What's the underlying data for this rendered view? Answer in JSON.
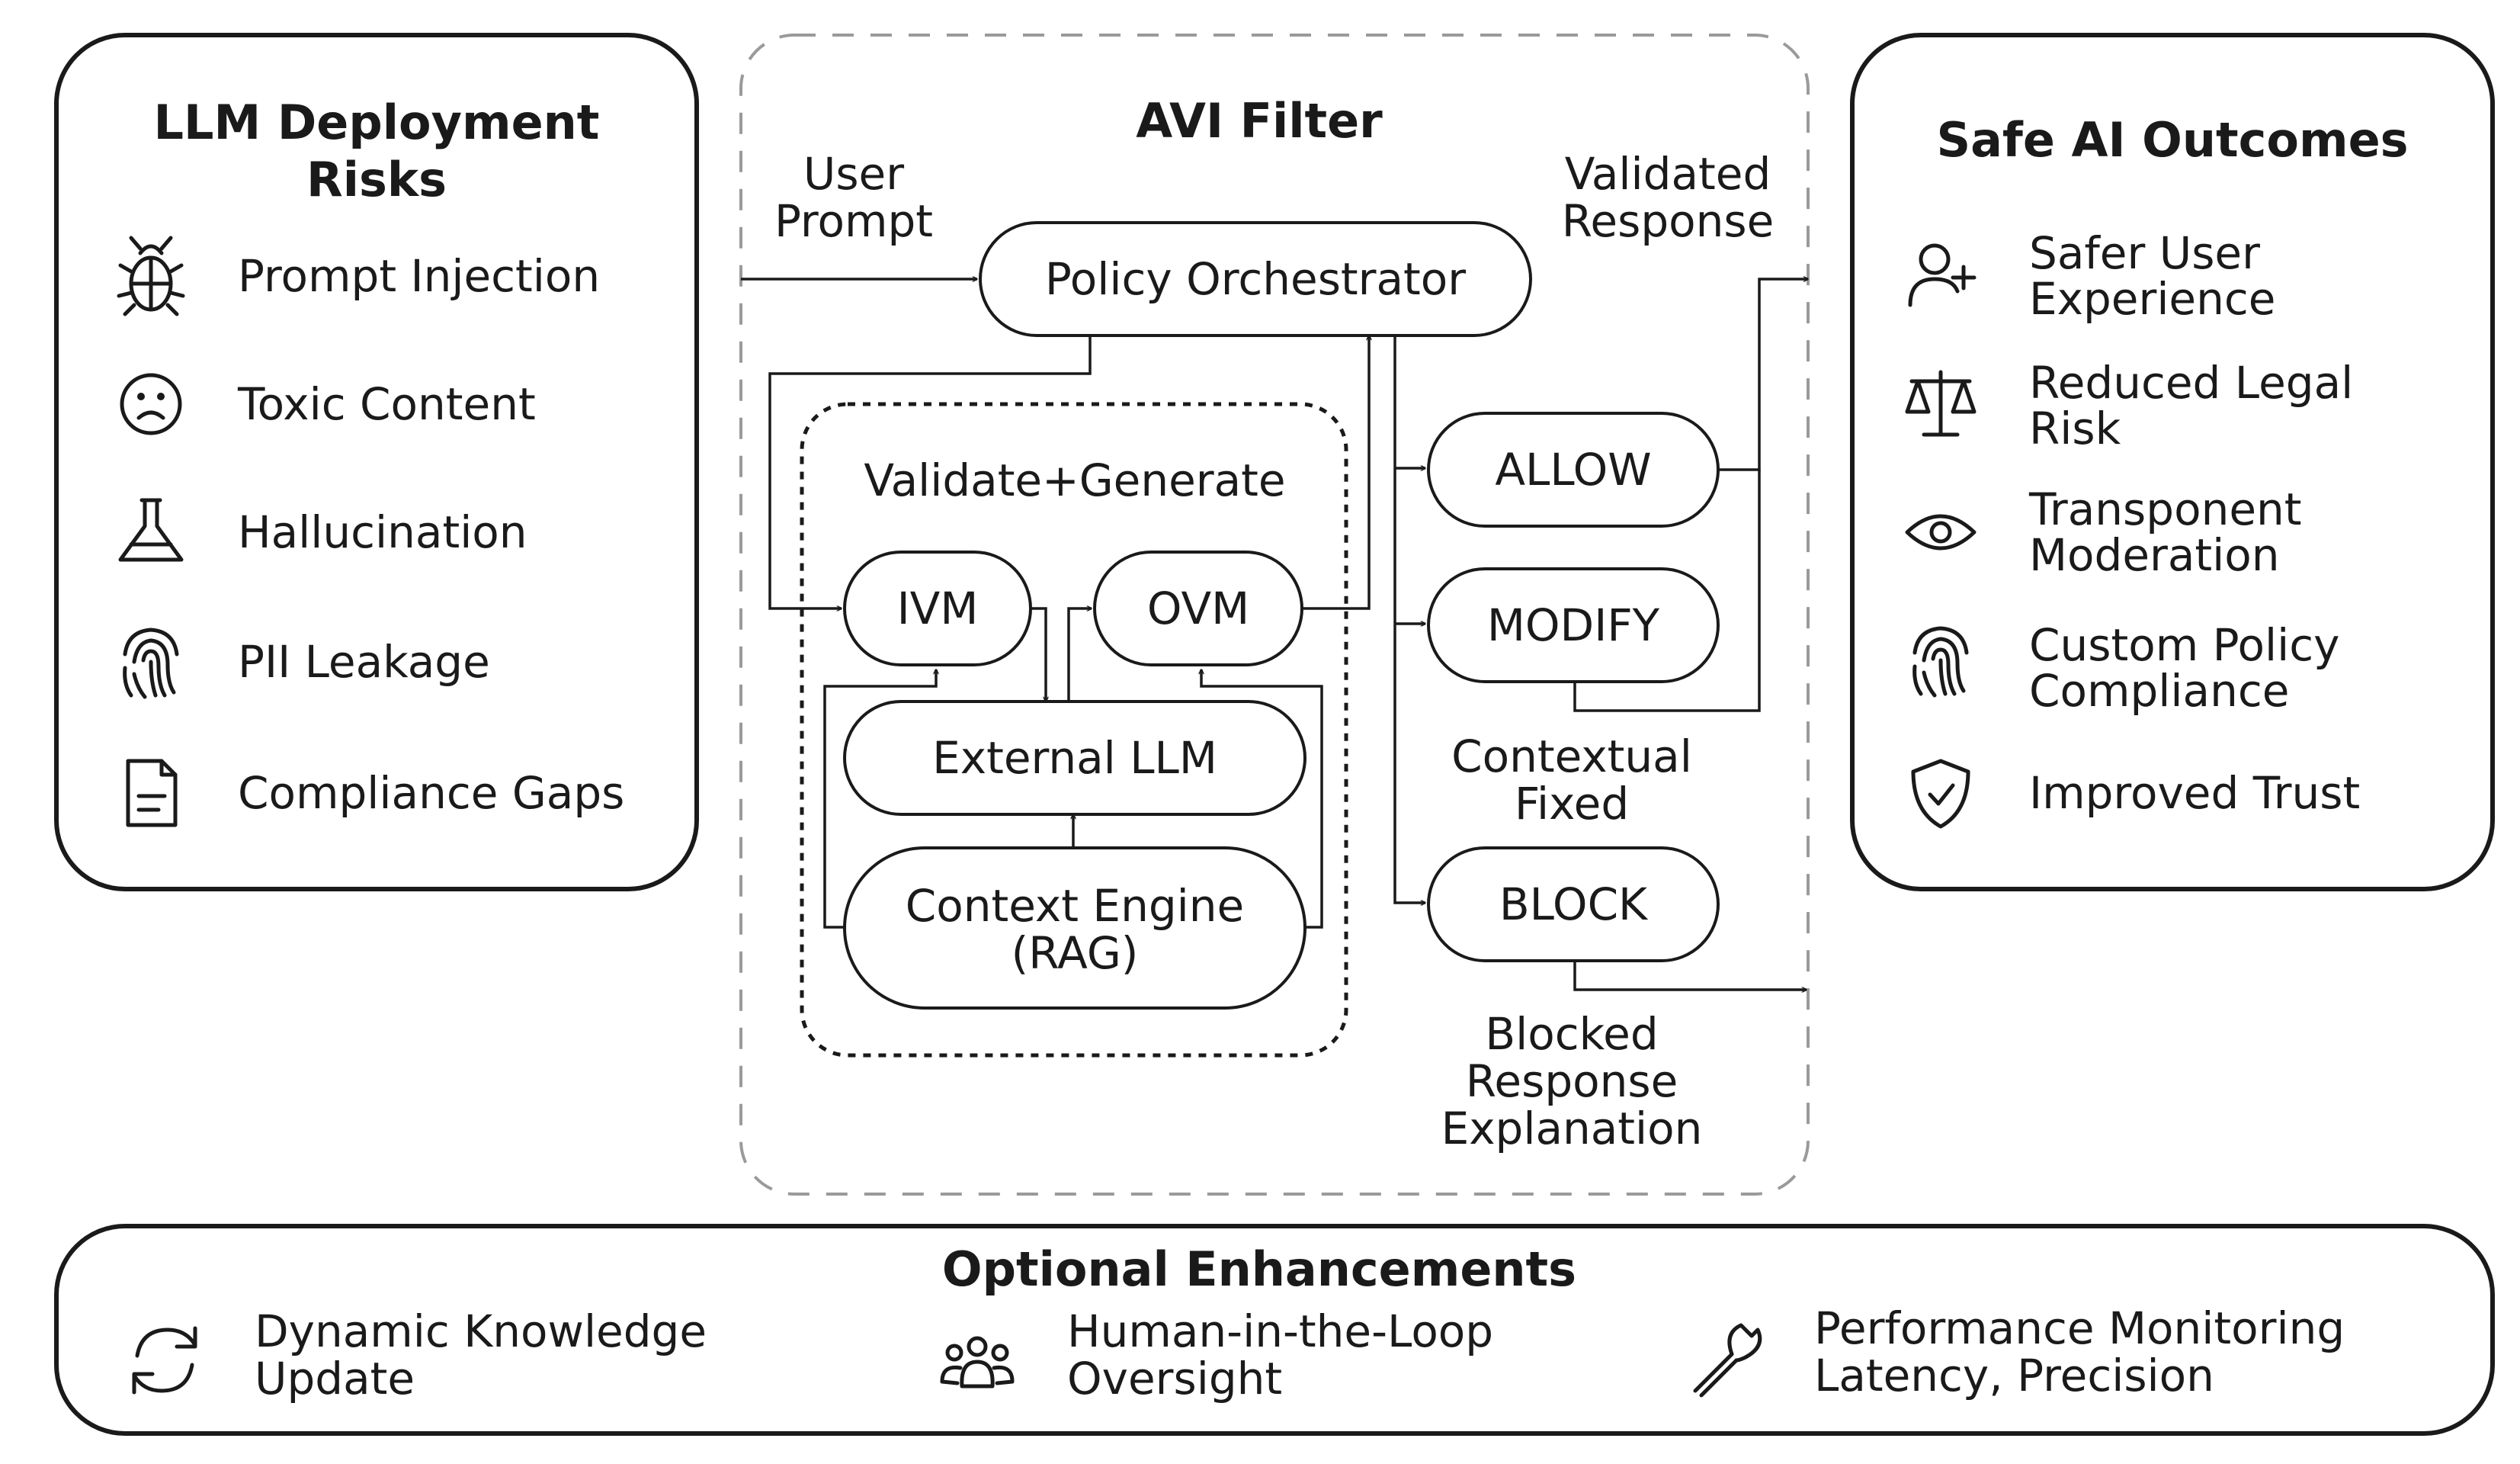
{
  "risks": {
    "title_line1": "LLM Deployment",
    "title_line2": "Risks",
    "items": [
      {
        "label": "Prompt Injection",
        "icon": "bug-icon"
      },
      {
        "label": "Toxic Content",
        "icon": "sad-face-icon"
      },
      {
        "label": "Hallucination",
        "icon": "flask-icon"
      },
      {
        "label": "PII Leakage",
        "icon": "fingerprint-icon"
      },
      {
        "label": "Compliance Gaps",
        "icon": "document-icon"
      }
    ]
  },
  "filter": {
    "title": "AVI Filter",
    "user_prompt_line1": "User",
    "user_prompt_line2": "Prompt",
    "validated_line1": "Validated",
    "validated_line2": "Response",
    "orchestrator": "Policy Orchestrator",
    "group_label": "Validate+Generate",
    "ivm": "IVM",
    "ovm": "OVM",
    "external_llm": "External LLM",
    "context_line1": "Context Engine",
    "context_line2": "(RAG)",
    "allow": "ALLOW",
    "modify": "MODIFY",
    "block": "BLOCK",
    "contextual_line1": "Contextual",
    "contextual_line2": "Fixed",
    "blocked_line1": "Blocked",
    "blocked_line2": "Response",
    "blocked_line3": "Explanation"
  },
  "outcomes": {
    "title": "Safe AI Outcomes",
    "items": [
      {
        "line1": "Safer User",
        "line2": "Experience",
        "icon": "add-user-icon"
      },
      {
        "line1": "Reduced Legal",
        "line2": "Risk",
        "icon": "scales-icon"
      },
      {
        "line1": "Transponent",
        "line2": "Moderation",
        "icon": "eye-icon"
      },
      {
        "line1": "Custom Policy",
        "line2": "Compliance",
        "icon": "fingerprint-icon"
      },
      {
        "line1": "Improved Trust",
        "line2": "",
        "icon": "shield-check-icon"
      }
    ]
  },
  "enhancements": {
    "title": "Optional Enhancements",
    "items": [
      {
        "line1": "Dynamic Knowledge",
        "line2": "Update",
        "icon": "refresh-icon"
      },
      {
        "line1": "Human-in-the-Loop",
        "line2": "Oversight",
        "icon": "people-icon"
      },
      {
        "line1": "Performance Monitoring",
        "line2": "Latency, Precision",
        "icon": "wrench-icon"
      }
    ]
  }
}
